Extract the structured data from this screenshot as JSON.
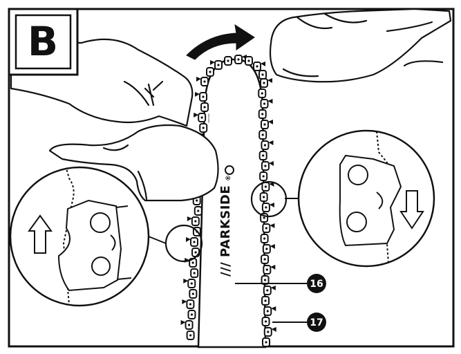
{
  "panel": {
    "letter": "B"
  },
  "bar": {
    "brand": "/// PARKSIDE",
    "trademark": "®"
  },
  "callouts": [
    {
      "number": "16"
    },
    {
      "number": "17"
    }
  ],
  "colors": {
    "ink": "#111111",
    "paper": "#ffffff",
    "fill": "#f2f2f2"
  },
  "icons": [
    "rotation-arrow-icon",
    "up-arrow-icon",
    "down-arrow-icon"
  ]
}
